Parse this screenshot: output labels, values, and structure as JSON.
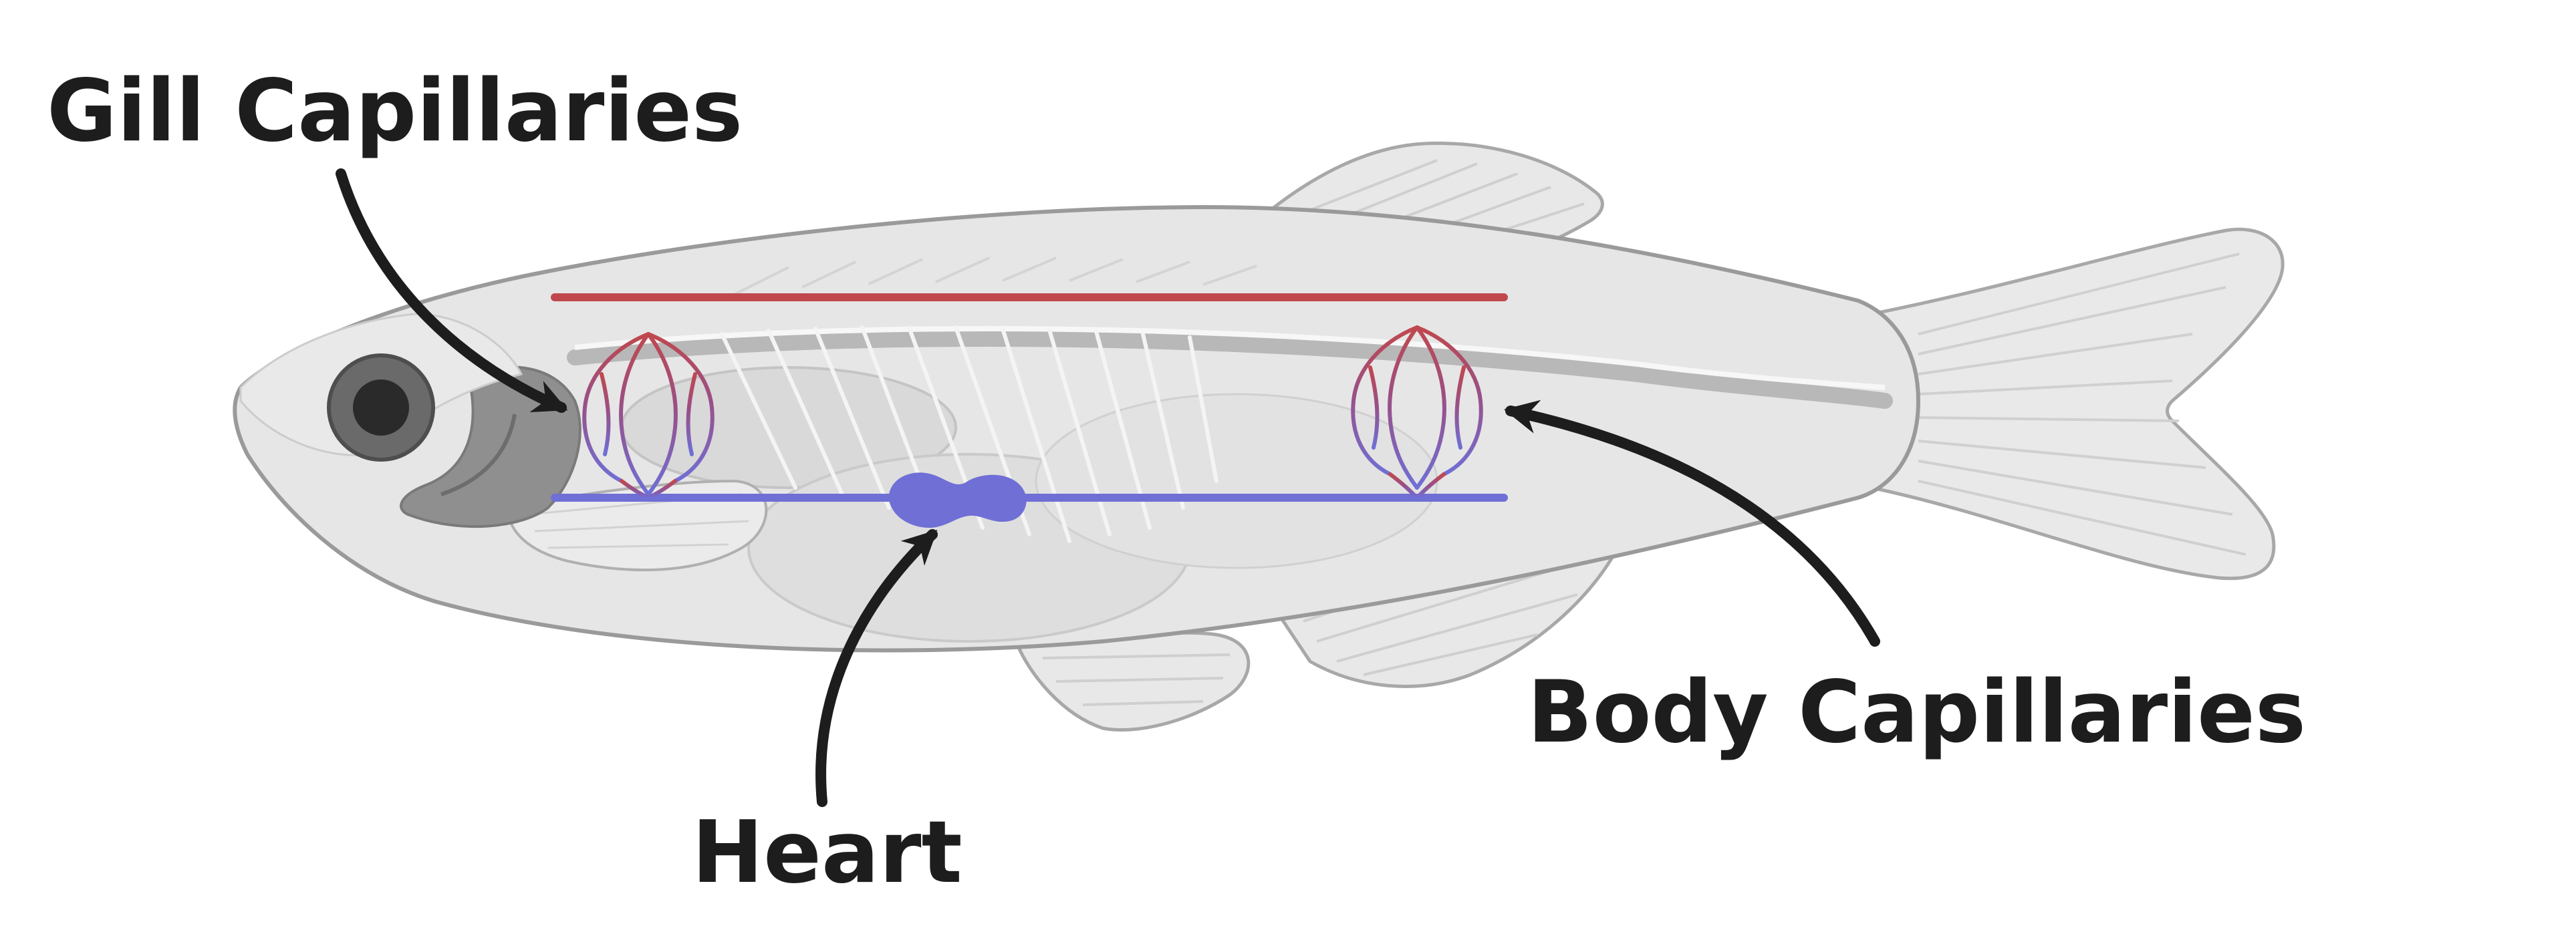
{
  "labels": {
    "gill_capillaries": "Gill Capillaries",
    "body_capillaries": "Body Capillaries",
    "heart": "Heart"
  },
  "colors": {
    "oxygenated_blood": "#c0484d",
    "deoxygenated_blood": "#6f6fd6",
    "annotation_ink": "#1d1d1d",
    "fish_body": "#e6e6e6",
    "fish_outline": "#9a9a9a"
  }
}
